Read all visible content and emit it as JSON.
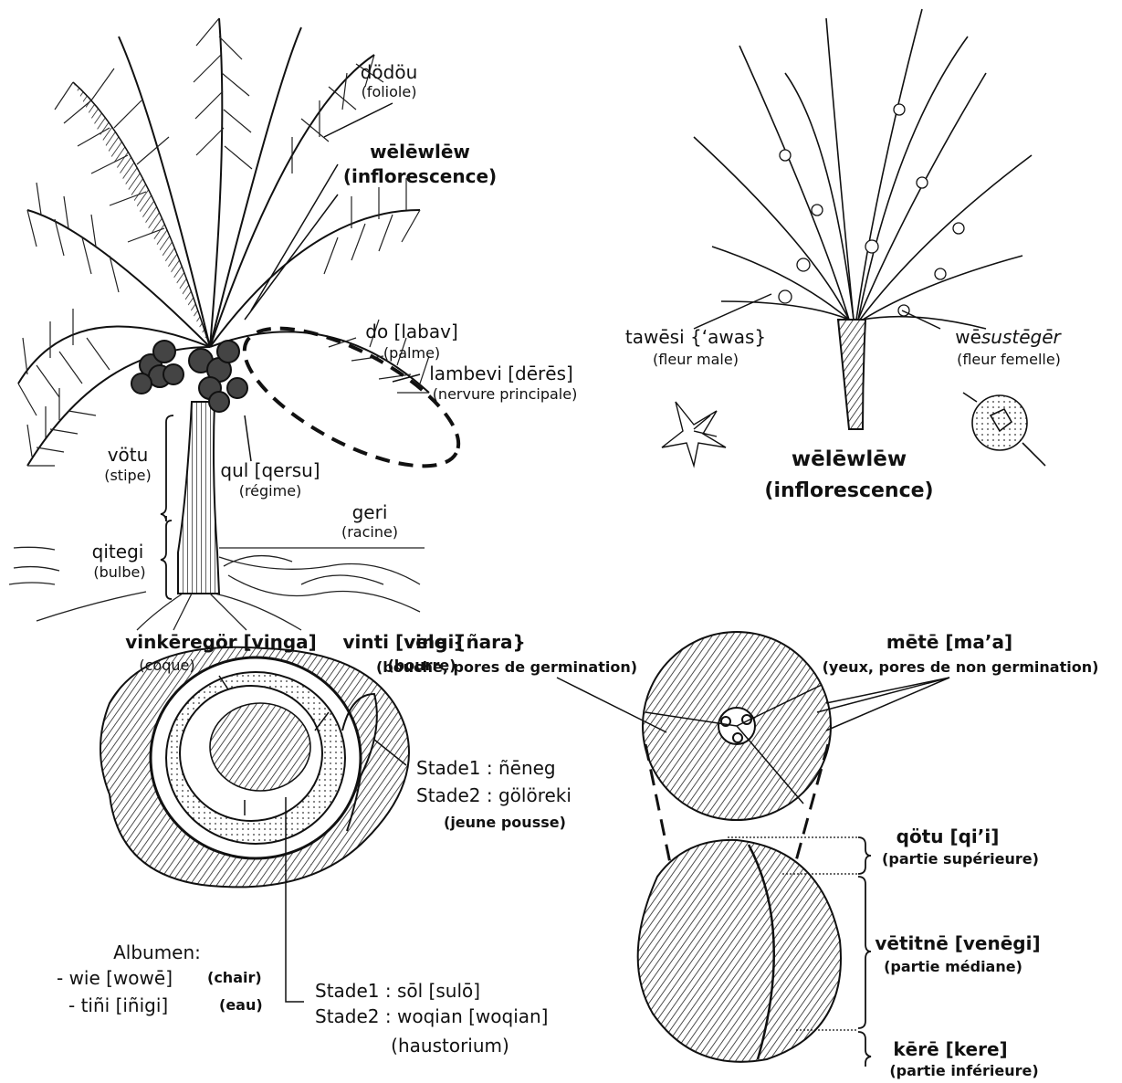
{
  "tree": {
    "dodou": {
      "term": "dödöu",
      "gloss": "(foliole)"
    },
    "welewlew": {
      "term": "wēlēwlēw",
      "gloss": "(inflorescence)"
    },
    "do": {
      "term": "do [labav]",
      "gloss": "(palme)"
    },
    "lambevi": {
      "term": "lambevi [dērēs]",
      "gloss": "(nervure principale)"
    },
    "votu": {
      "term": "vötu",
      "gloss": "(stipe)"
    },
    "qul": {
      "term": "qul [qersu]",
      "gloss": "(régime)"
    },
    "geri": {
      "term": "geri",
      "gloss": "(racine)"
    },
    "qitegi": {
      "term": "qitegi",
      "gloss": "(bulbe)"
    }
  },
  "inflorescence": {
    "tawesi": {
      "term": "tawēsi {‘awas}",
      "gloss": "(fleur male)"
    },
    "wesustegar": {
      "term_prefix": "wē",
      "term_italic": "sustēgēr",
      "gloss": "(fleur femelle)"
    },
    "title": {
      "term": "wēlēwlēw",
      "gloss": "(inflorescence)"
    }
  },
  "nut_section": {
    "vinkeregor": {
      "term": "vinkēregör [vinga]",
      "gloss": "(coque)"
    },
    "vinti": {
      "term": "vinti [vingi]",
      "gloss": "(bourre)"
    },
    "shoot": {
      "line1": "Stade1 : ñēneg",
      "line2": "Stade2 : gölöreki",
      "gloss": "(jeune pousse)"
    },
    "albumen": {
      "title": "Albumen:",
      "wie": "- wie [wowē]",
      "chair": "(chair)",
      "tini": "- tiñi [iñigi]",
      "eau": "(eau)"
    },
    "haustorium": {
      "line1": "Stade1 : sōl [sulō]",
      "line2": "Stade2 : woqian [woqian]",
      "gloss": "(haustorium)"
    }
  },
  "nut_whole": {
    "vele": {
      "term": "vele {ñara}",
      "gloss": "(bouche, pores de germination)"
    },
    "mete": {
      "term": "mētē [ma’a]",
      "gloss": "(yeux, pores de non germination)"
    },
    "qotu": {
      "term": "qötu [qi’i]",
      "gloss": "(partie supérieure)"
    },
    "vetitne": {
      "term": "vētitnē [venēgi]",
      "gloss": "(partie médiane)"
    },
    "kere": {
      "term": "kērē [kere]",
      "gloss": "(partie inférieure)"
    }
  }
}
